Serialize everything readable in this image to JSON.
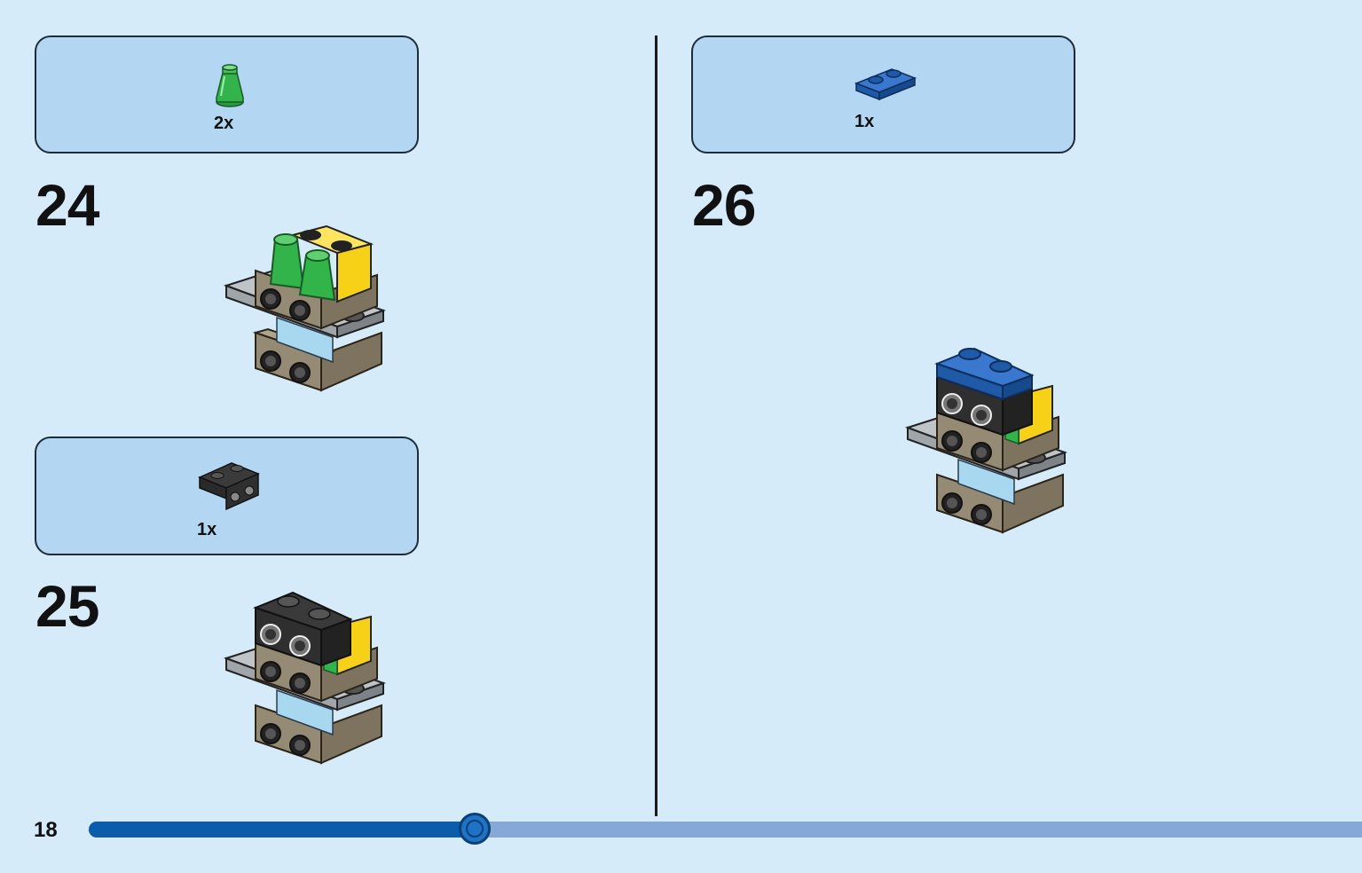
{
  "steps": {
    "s24": {
      "number": "24",
      "part_qty": "2x",
      "part_name": "green-cone-icon"
    },
    "s25": {
      "number": "25",
      "part_qty": "1x",
      "part_name": "black-bracket-icon"
    },
    "s26": {
      "number": "26",
      "part_qty": "1x",
      "part_name": "blue-plate-icon"
    }
  },
  "footer": {
    "page_number": "18",
    "progress_percent": 30
  },
  "colors": {
    "background": "#d5ebfa",
    "parts_box": "#b3d7f3",
    "progress_fill": "#0b5cab",
    "progress_track": "#86a8d8",
    "brick_green": "#32b44a",
    "brick_yellow": "#f7d117",
    "brick_tan": "#958a73",
    "brick_gray": "#a0a5a9",
    "brick_black": "#2a2a2a",
    "brick_blue": "#1e5aa8",
    "brick_trans_lightblue": "#a8d8f0"
  }
}
